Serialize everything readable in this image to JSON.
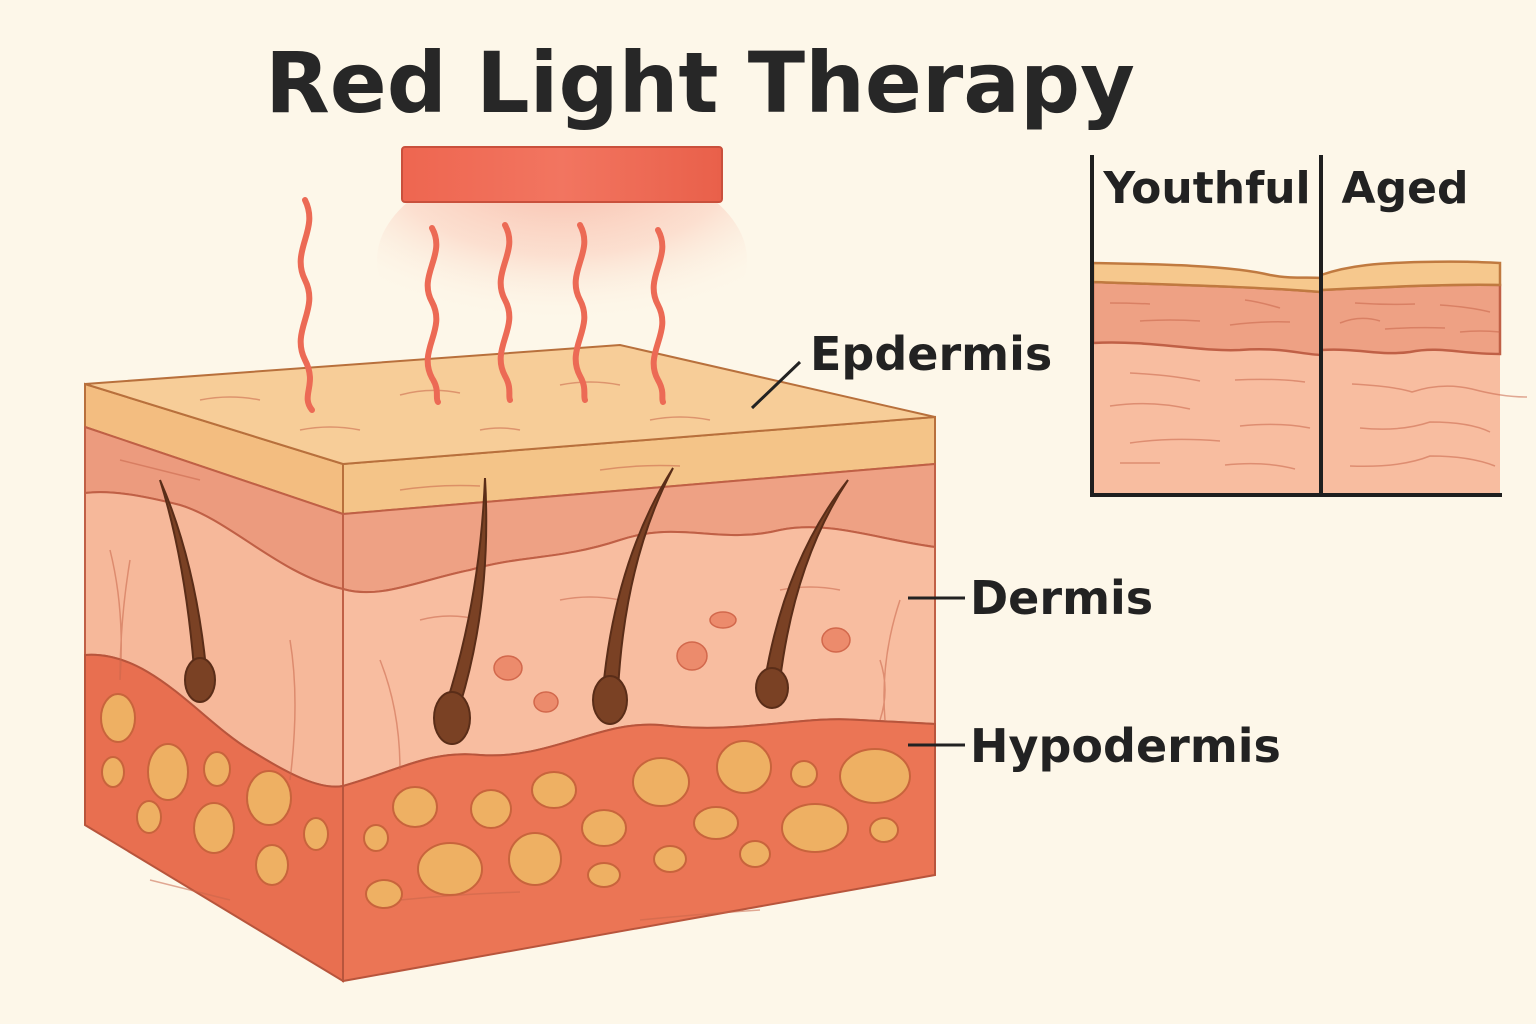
{
  "title": "Red Light Therapy",
  "labels": {
    "epidermis": "Epdermis",
    "dermis": "Dermis",
    "hypodermis": "Hypodermis"
  },
  "comparison": {
    "youthful": "Youthful",
    "aged": "Aged"
  },
  "colors": {
    "background": "#fdf7e9",
    "light_device": "#ee6650",
    "epidermis": "#f6c88d",
    "upper_dermis": "#eea184",
    "dermis": "#f8bda0",
    "hypodermis": "#eb7555",
    "fat": "#eeb063",
    "hair": "#7a4124"
  }
}
